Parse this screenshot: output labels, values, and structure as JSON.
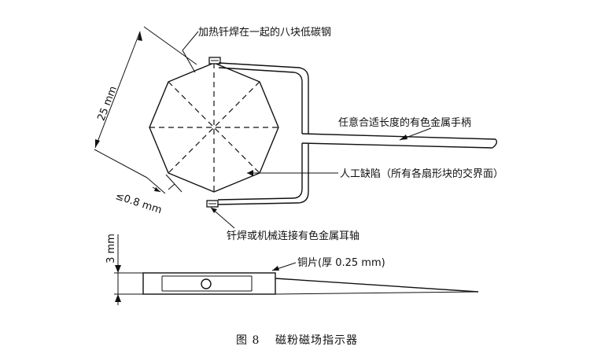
{
  "labels": {
    "plates": "加热钎焊在一起的八块低碳钢",
    "handle": "任意合适长度的有色金属手柄",
    "defect": "人工缺陷（所有各扇形块的交界面）",
    "axle": "钎焊或机械连接有色金属耳轴",
    "copper": "铜片(厚 0.25 mm)"
  },
  "dims": {
    "diameter": "25 mm",
    "gap": "≤0.8 mm",
    "thickness": "3 mm"
  },
  "caption": {
    "figure": "图 8",
    "title": "磁粉磁场指示器"
  }
}
